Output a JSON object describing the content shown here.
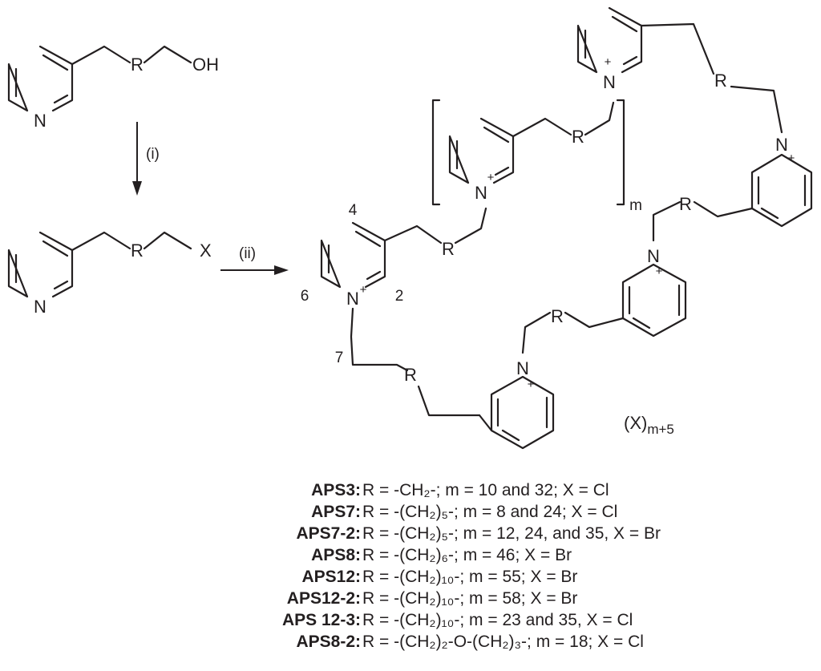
{
  "atoms": {
    "R": "R",
    "N": "N",
    "OH": "OH",
    "X": "X",
    "plus": "+"
  },
  "steps": {
    "step1": "(i)",
    "step2": "(ii)"
  },
  "positions": {
    "p4": "4",
    "p6": "6",
    "p2": "2",
    "p7": "7"
  },
  "repeat": {
    "m": "m"
  },
  "counterion": {
    "base": "(X)",
    "sub": "m+5"
  },
  "legend": [
    {
      "label": "APS3:",
      "def": "R = -CH₂-; m = 10 and 32; X = Cl"
    },
    {
      "label": "APS7:",
      "def": "R = -(CH₂)₅-; m = 8 and 24; X = Cl"
    },
    {
      "label": "APS7-2:",
      "def": "R = -(CH₂)₅-; m = 12, 24, and 35, X = Br"
    },
    {
      "label": "APS8:",
      "def": "R = -(CH₂)₆-; m = 46; X = Br"
    },
    {
      "label": "APS12:",
      "def": "R = -(CH₂)₁₀-; m = 55; X = Br"
    },
    {
      "label": "APS12-2:",
      "def": "R = -(CH₂)₁₀-; m = 58; X = Br"
    },
    {
      "label": "APS 12-3:",
      "def": "R = -(CH₂)₁₀-; m = 23 and 35, X = Cl"
    },
    {
      "label": "APS8-2:",
      "def": "R = -(CH₂)₂-O-(CH₂)₃-; m = 18; X = Cl"
    }
  ]
}
